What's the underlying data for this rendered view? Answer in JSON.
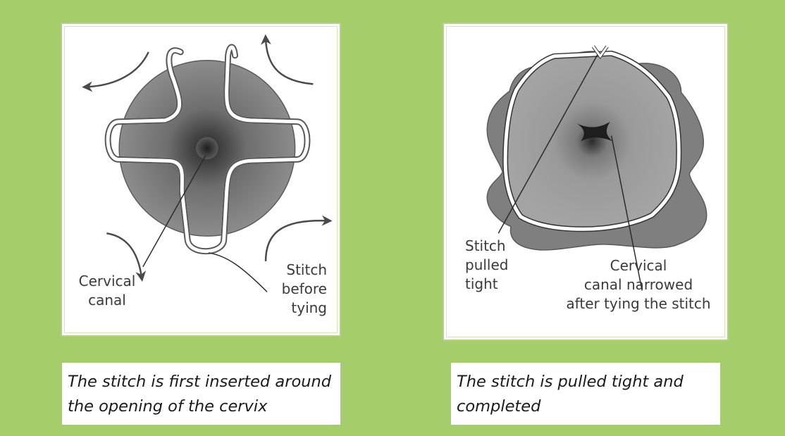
{
  "colors": {
    "background": "#a6cd6b",
    "panel": "#ffffff",
    "cervix_outer": "#7f7f7f",
    "cervix_center": "#2e2e2e",
    "stitch": "#ffffff",
    "outline": "#3a3a3a"
  },
  "left_panel": {
    "label_canal": [
      "Cervical",
      "canal"
    ],
    "label_stitch": [
      "Stitch",
      "before",
      "tying"
    ],
    "caption": "The stitch is first inserted around the opening of the cervix"
  },
  "right_panel": {
    "label_stitch": [
      "Stitch",
      "pulled",
      "tight"
    ],
    "label_canal": [
      "Cervical",
      "canal narrowed",
      "after tying the stitch"
    ],
    "caption": "The stitch is pulled tight and completed"
  }
}
